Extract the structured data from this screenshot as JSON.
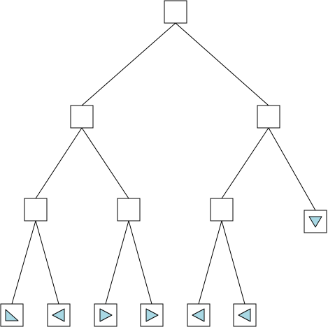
{
  "colors": {
    "node_fill": "#ffffff",
    "node_stroke": "#000000",
    "edge": "#000000",
    "leaf_triangle": "#a8d8e4"
  },
  "tree": {
    "nodes": [
      {
        "id": "root",
        "kind": "internal"
      },
      {
        "id": "n1",
        "kind": "internal",
        "parent": "root"
      },
      {
        "id": "n2",
        "kind": "internal",
        "parent": "root"
      },
      {
        "id": "n11",
        "kind": "internal",
        "parent": "n1"
      },
      {
        "id": "n12",
        "kind": "internal",
        "parent": "n1"
      },
      {
        "id": "n21",
        "kind": "internal",
        "parent": "n2"
      },
      {
        "id": "n22",
        "kind": "leaf",
        "parent": "n2",
        "icon": "triangle-down-icon"
      },
      {
        "id": "n111",
        "kind": "leaf",
        "parent": "n11",
        "icon": "triangle-corner-icon"
      },
      {
        "id": "n112",
        "kind": "leaf",
        "parent": "n11",
        "icon": "triangle-left-icon"
      },
      {
        "id": "n121",
        "kind": "leaf",
        "parent": "n12",
        "icon": "triangle-right-icon"
      },
      {
        "id": "n122",
        "kind": "leaf",
        "parent": "n12",
        "icon": "triangle-right-icon"
      },
      {
        "id": "n211",
        "kind": "leaf",
        "parent": "n21",
        "icon": "triangle-left-icon"
      },
      {
        "id": "n212",
        "kind": "leaf",
        "parent": "n21",
        "icon": "triangle-left-icon"
      }
    ]
  }
}
